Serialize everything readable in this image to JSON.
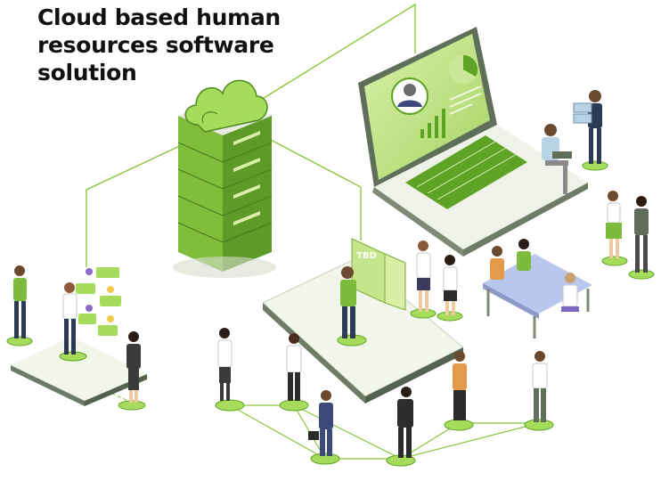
{
  "header": {
    "title_lines": [
      "Cloud based human",
      "resources software",
      "solution"
    ]
  },
  "screen_board": {
    "label": "TBD"
  },
  "colors": {
    "accent": "#8cc63f",
    "accent_dark": "#4f8a1f",
    "accent_light": "#c6e48b",
    "server_body": "#7dbb3c",
    "laptop_body": "#5f6f59",
    "platform_top": "#f1f5ea",
    "platform_side": "#6e7b66",
    "line": "#8cc63f"
  },
  "icons": {
    "cloud": "cloud-icon",
    "server": "server-stack-icon",
    "laptop": "laptop-icon",
    "avatar": "user-avatar-icon",
    "pie": "pie-chart-icon",
    "bars": "bar-chart-icon"
  }
}
